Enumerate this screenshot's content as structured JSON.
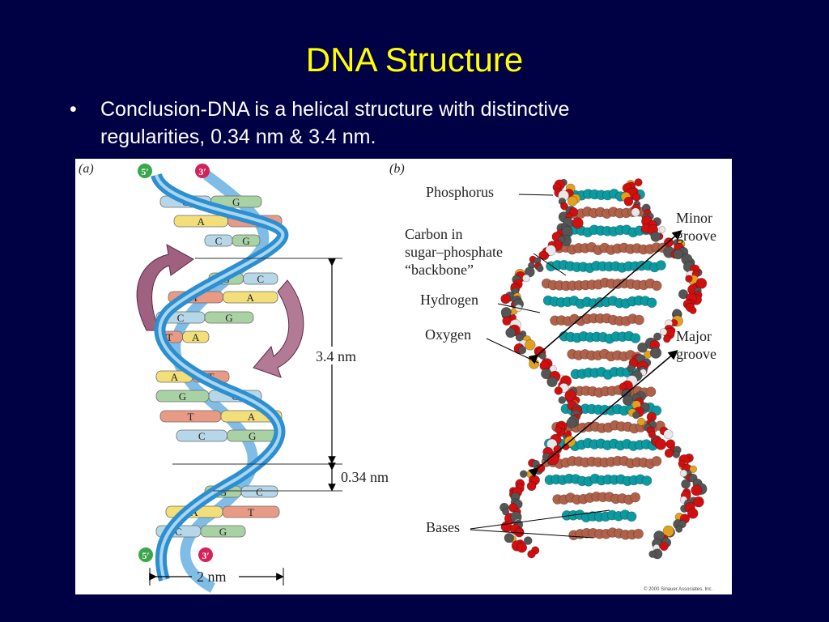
{
  "slide": {
    "title": "DNA Structure",
    "bullet_marker": "•",
    "bullet_line1": "Conclusion-DNA is a helical structure with distinctive",
    "bullet_line2": "regularities, 0.34 nm & 3.4 nm."
  },
  "figure_a": {
    "panel_label": "(a)",
    "five_prime": "5′",
    "three_prime": "3′",
    "measure_turn": "3.4 nm",
    "measure_base": "0.34 nm",
    "measure_width": "2 nm",
    "pairs": [
      {
        "left": "C",
        "right": "G"
      },
      {
        "left": "A",
        "right": "T"
      },
      {
        "left": "C",
        "right": "G"
      },
      {
        "left": "G",
        "right": "C"
      },
      {
        "left": "T",
        "right": "A"
      },
      {
        "left": "C",
        "right": "G"
      },
      {
        "left": "T",
        "right": "A"
      },
      {
        "left": "A",
        "right": "T"
      },
      {
        "left": "G",
        "right": "C"
      },
      {
        "left": "T",
        "right": "A"
      },
      {
        "left": "C",
        "right": "G"
      },
      {
        "left": "G",
        "right": "C"
      },
      {
        "left": "A",
        "right": "T"
      },
      {
        "left": "C",
        "right": "G"
      }
    ]
  },
  "figure_b": {
    "panel_label": "(b)",
    "phosphorus": "Phosphorus",
    "carbon_line1": "Carbon in",
    "carbon_line2": "sugar–phosphate",
    "carbon_line3": "“backbone”",
    "hydrogen": "Hydrogen",
    "oxygen": "Oxygen",
    "minor_line1": "Minor",
    "minor_line2": "groove",
    "major_line1": "Major",
    "major_line2": "groove",
    "bases": "Bases",
    "copyright": "© 2000 Sinauer Associates, Inc."
  },
  "colors": {
    "background": "#000044",
    "title": "#ffff00",
    "strand_blue": "#3a9ad6",
    "strand_light": "#a9d6ef",
    "base_c": "#b6d7e8",
    "base_g": "#a9d2a4",
    "base_a": "#f3df7a",
    "base_t": "#e99a85",
    "arrow_purple": "#8a4a78",
    "five_prime": "#3aa84a",
    "three_prime": "#d2245a",
    "atom_red": "#d01010",
    "atom_gray": "#555555",
    "atom_teal": "#0b9aa0",
    "atom_brown": "#b0614a",
    "atom_orange": "#e0a020"
  }
}
